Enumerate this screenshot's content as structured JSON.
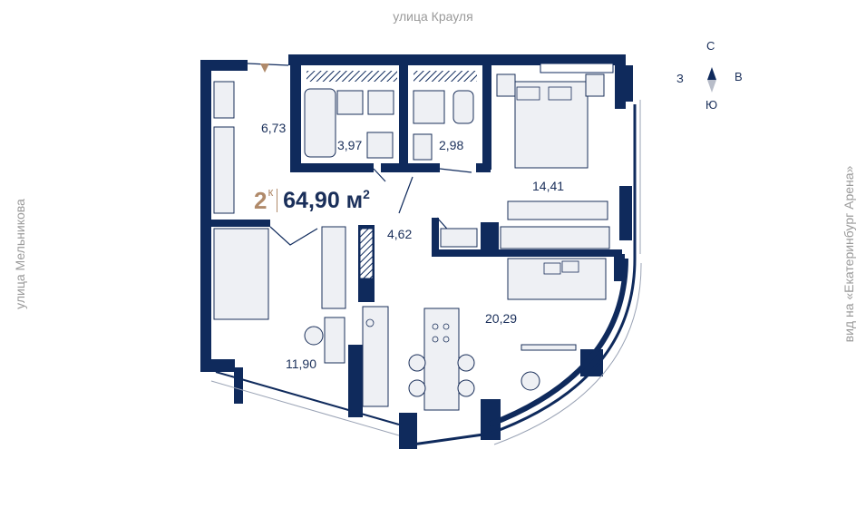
{
  "streets": {
    "top": "улица Крауля",
    "left": "улица Мельникова",
    "right": "вид на «Екатеринбург Арена»"
  },
  "apartment": {
    "rooms": "2",
    "rooms_suffix": "к",
    "total_area": "64,90 м",
    "total_area_unit_sup": "2"
  },
  "rooms": [
    {
      "id": "hall",
      "area": "6,73"
    },
    {
      "id": "bathroom",
      "area": "3,97"
    },
    {
      "id": "wc",
      "area": "2,98"
    },
    {
      "id": "bedroom-1",
      "area": "14,41"
    },
    {
      "id": "corridor",
      "area": "4,62"
    },
    {
      "id": "bedroom-2",
      "area": "11,90"
    },
    {
      "id": "kitchen-living",
      "area": "20,29"
    }
  ],
  "compass": {
    "north": "С",
    "south": "Ю",
    "west": "З",
    "east": "В"
  },
  "colors": {
    "wall": "#0f2a5c",
    "text": "#1a2f5a",
    "accent": "#b08a6a",
    "furniture": "#eef0f4",
    "street": "#9a9a9a"
  }
}
